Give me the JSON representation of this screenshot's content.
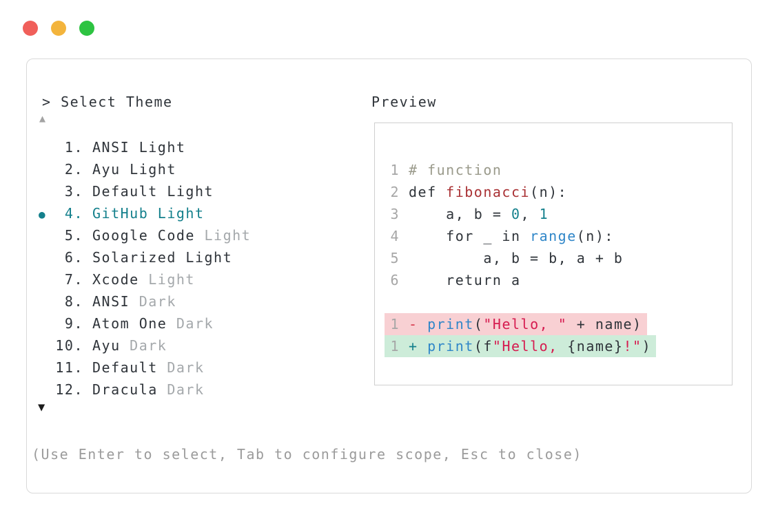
{
  "window": {
    "traffic_lights": [
      {
        "name": "close-button",
        "color": "#f05f5a"
      },
      {
        "name": "minimize-button",
        "color": "#f3b43c"
      },
      {
        "name": "zoom-button",
        "color": "#2dc341"
      }
    ]
  },
  "header": {
    "prompt": ">",
    "title": "Select Theme"
  },
  "preview": {
    "label": "Preview"
  },
  "list": {
    "up_arrow": "▲",
    "down_arrow": "▼",
    "selected_bullet": "●",
    "items": [
      {
        "num": "1.",
        "main": "ANSI Light",
        "muted": "",
        "selected": false
      },
      {
        "num": "2.",
        "main": "Ayu Light",
        "muted": "",
        "selected": false
      },
      {
        "num": "3.",
        "main": "Default Light",
        "muted": "",
        "selected": false
      },
      {
        "num": "4.",
        "main": "GitHub Light",
        "muted": "",
        "selected": true
      },
      {
        "num": "5.",
        "main": "Google Code",
        "muted": "Light",
        "selected": false
      },
      {
        "num": "6.",
        "main": "Solarized Light",
        "muted": "",
        "selected": false
      },
      {
        "num": "7.",
        "main": "Xcode",
        "muted": "Light",
        "selected": false
      },
      {
        "num": "8.",
        "main": "ANSI",
        "muted": "Dark",
        "selected": false
      },
      {
        "num": "9.",
        "main": "Atom One",
        "muted": "Dark",
        "selected": false
      },
      {
        "num": "10.",
        "main": "Ayu",
        "muted": "Dark",
        "selected": false
      },
      {
        "num": "11.",
        "main": "Default",
        "muted": "Dark",
        "selected": false
      },
      {
        "num": "12.",
        "main": "Dracula",
        "muted": "Dark",
        "selected": false
      }
    ]
  },
  "code": {
    "lines": [
      {
        "ln": "1",
        "bg": null,
        "tokens": [
          [
            "comment",
            "# function"
          ]
        ]
      },
      {
        "ln": "2",
        "bg": null,
        "tokens": [
          [
            "plain",
            "def "
          ],
          [
            "func",
            "fibonacci"
          ],
          [
            "plain",
            "(n):"
          ]
        ]
      },
      {
        "ln": "3",
        "bg": null,
        "tokens": [
          [
            "plain",
            "    a, b = "
          ],
          [
            "num",
            "0"
          ],
          [
            "plain",
            ", "
          ],
          [
            "num",
            "1"
          ]
        ]
      },
      {
        "ln": "4",
        "bg": null,
        "tokens": [
          [
            "plain",
            "    for _ in "
          ],
          [
            "builtin",
            "range"
          ],
          [
            "plain",
            "(n):"
          ]
        ]
      },
      {
        "ln": "5",
        "bg": null,
        "tokens": [
          [
            "plain",
            "        a, b = b, a + b"
          ]
        ]
      },
      {
        "ln": "6",
        "bg": null,
        "tokens": [
          [
            "plain",
            "    return a"
          ]
        ]
      },
      {
        "ln": "",
        "bg": null,
        "tokens": []
      },
      {
        "ln": "1",
        "bg": "del",
        "tokens": [
          [
            "del",
            "- "
          ],
          [
            "builtin",
            "print"
          ],
          [
            "plain",
            "("
          ],
          [
            "str",
            "\"Hello, \""
          ],
          [
            "plain",
            " + name)"
          ]
        ]
      },
      {
        "ln": "1",
        "bg": "ins",
        "tokens": [
          [
            "ins",
            "+ "
          ],
          [
            "builtin",
            "print"
          ],
          [
            "plain",
            "(f"
          ],
          [
            "str",
            "\"Hello, "
          ],
          [
            "plain",
            "{name}"
          ],
          [
            "str",
            "!\""
          ],
          [
            "plain",
            ")"
          ]
        ]
      }
    ]
  },
  "footer": {
    "hint": "(Use Enter to select, Tab to configure scope, Esc to close)"
  },
  "colors": {
    "accent_teal": "#14808c",
    "diff_removed_bg": "#f8d0d3",
    "diff_added_bg": "#cdecd9",
    "string_red": "#d61b4f",
    "builtin_blue": "#2f86c8",
    "function_red": "#a93134",
    "comment_gray": "#9a9a8b",
    "muted_gray": "#a4a8ab",
    "border_gray": "#d9d9d9"
  }
}
